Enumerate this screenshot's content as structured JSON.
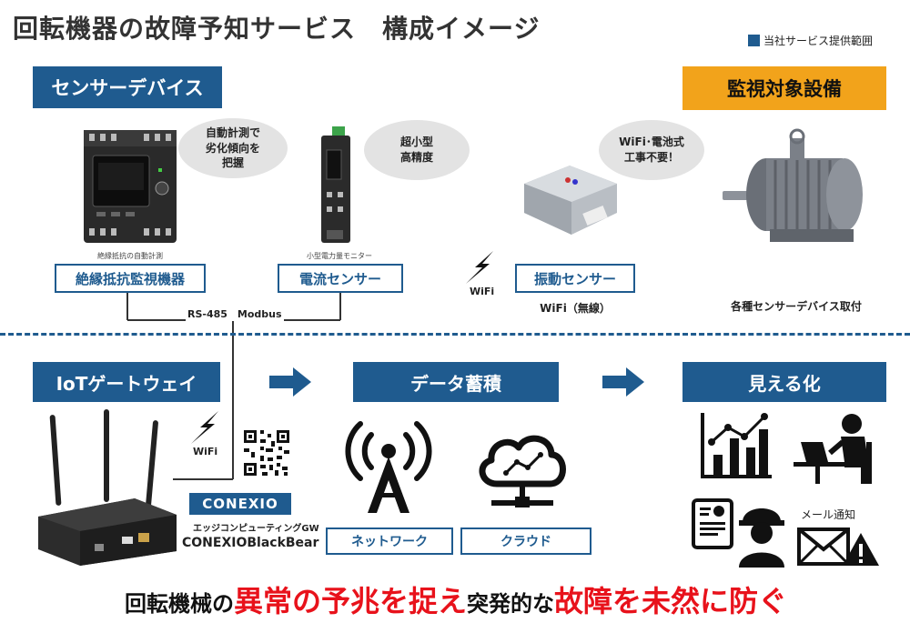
{
  "title": "回転機器の故障予知サービス　構成イメージ",
  "legend": {
    "label": "当社サービス提供範囲",
    "color": "#1f5b8f"
  },
  "sections": {
    "sensor_devices": "センサーデバイス",
    "monitored_equipment": "監視対象設備",
    "iot_gateway": "IoTゲートウェイ",
    "data_storage": "データ蓄積",
    "visualization": "見える化"
  },
  "devices": {
    "insulation": {
      "small_caption": "絶縁抵抗の自動計測",
      "label": "絶縁抵抗監視機器",
      "bubble": [
        "自動計測で",
        "劣化傾向を",
        "把握"
      ]
    },
    "current": {
      "small_caption": "小型電力量モニター",
      "label": "電流センサー",
      "bubble": [
        "超小型",
        "高精度"
      ]
    },
    "vibration": {
      "label": "振動センサー",
      "caption": "WiFi（無線）",
      "bubble": [
        "WiFi･電池式",
        "工事不要！"
      ]
    },
    "motor": {
      "caption": "各種センサーデバイス取付"
    }
  },
  "connection": {
    "label": "RS-485　Modbus"
  },
  "wifi": {
    "top": "WiFi",
    "bottom": "WiFi"
  },
  "gateway": {
    "brand": "CONEXIO",
    "subtitle": "エッジコンピューティングGW",
    "product": "CONEXIOBlackBear"
  },
  "storage": {
    "network": "ネットワーク",
    "cloud": "クラウド"
  },
  "visual": {
    "mail_notice": "メール通知"
  },
  "bottom_message": {
    "part1": "回転機械の",
    "part2": "異常の予兆を捉え",
    "part3": "突発的な",
    "part4": "故障を未然に防ぐ"
  },
  "colors": {
    "accent": "#1f5b8f",
    "orange": "#f2a31b",
    "red": "#e8121b"
  }
}
